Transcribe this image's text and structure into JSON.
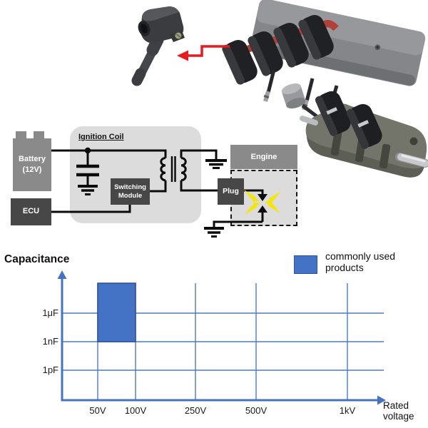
{
  "illustration": {
    "single_coil": "single ignition coil",
    "coil_pack": "ignition coil rail assembly",
    "engine_section": "engine cylinder head cutaway",
    "arrow_color": "#e8191f"
  },
  "circuit": {
    "battery_label_1": "Battery",
    "battery_label_2": "(12V)",
    "ecu_label": "ECU",
    "container_label": "Ignition Coil",
    "switching_label_1": "Switching",
    "switching_label_2": "Module",
    "engine_label": "Engine",
    "plug_label": "Plug",
    "colors": {
      "light_box": "#8a8a8a",
      "dark_box": "#474747",
      "container": "#dcdcdc",
      "wire": "#0b0b0b",
      "spark_yellow": "#f4e60b"
    }
  },
  "chart": {
    "title": "Capacitance",
    "x_axis_label": "Rated voltage",
    "y_ticks": [
      "1μF",
      "1nF",
      "1pF"
    ],
    "x_ticks": [
      "50V",
      "100V",
      "250V",
      "500V",
      "1kV"
    ],
    "legend_label": "commonly used products",
    "accent_color": "#4472c4"
  },
  "chart_data": {
    "type": "area",
    "title": "",
    "xlabel": "Rated voltage",
    "ylabel": "Capacitance",
    "x_ticks": [
      "50V",
      "100V",
      "250V",
      "500V",
      "1kV"
    ],
    "y_ticks": [
      "1pF",
      "1nF",
      "1μF"
    ],
    "grid": true,
    "legend": [
      {
        "label": "commonly used products",
        "color": "#4472c4"
      }
    ],
    "legend_position": "top-right",
    "highlighted_region": {
      "x_from": "50V",
      "x_to": "100V",
      "y_from": "1nF",
      "y_to": "above 1μF (chart top)",
      "meaning": "commonly used products",
      "fill": "#4472c4",
      "border": "#2f5597"
    }
  }
}
